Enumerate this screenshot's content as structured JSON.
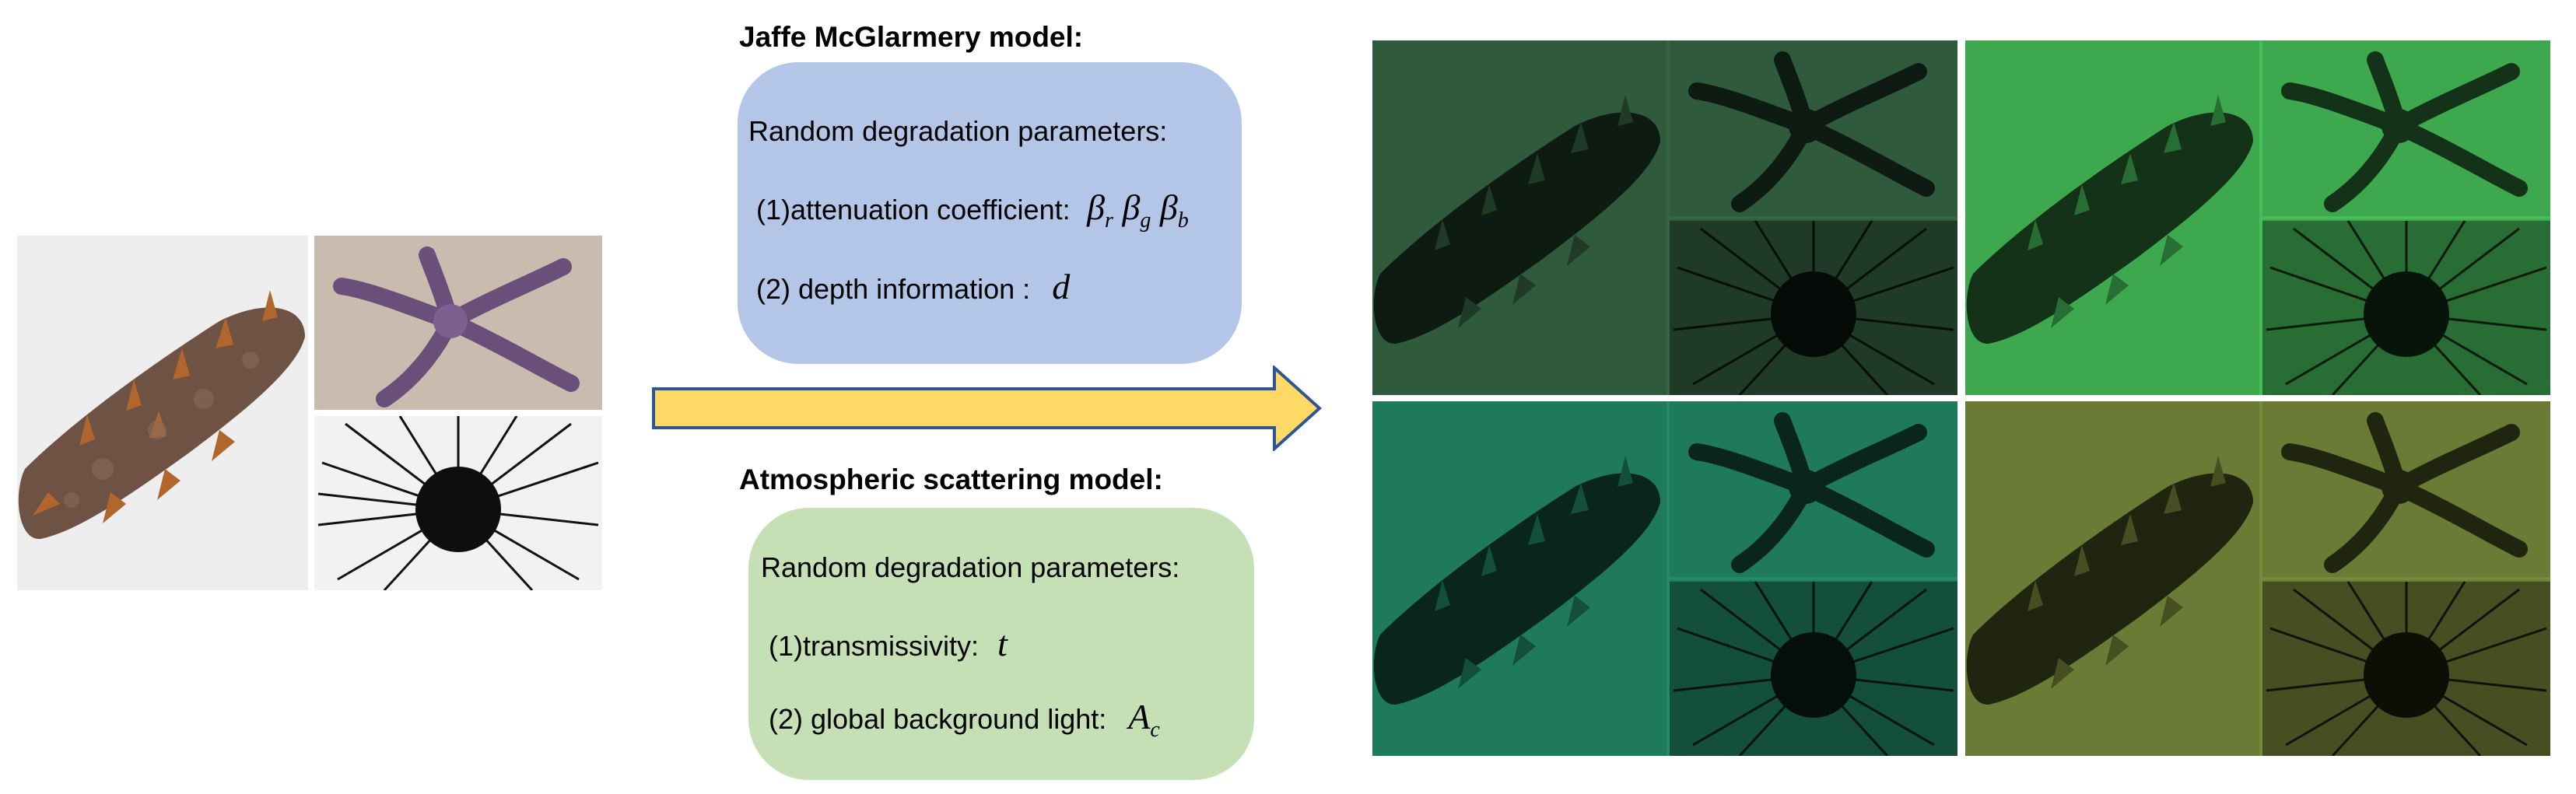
{
  "jaffe": {
    "title": "Jaffe McGlarmery model:",
    "params_heading": "Random degradation parameters:",
    "param1_label": "(1)attenuation coefficient:",
    "param1_symbols": [
      "β",
      "r",
      "β",
      "g",
      "β",
      "b"
    ],
    "param2_label": "(2) depth information :",
    "param2_symbol": "d"
  },
  "atmospheric": {
    "title": "Atmospheric scattering model:",
    "params_heading": "Random degradation parameters:",
    "param1_label": "(1)transmissivity:",
    "param1_symbol": "t",
    "param2_label": "(2) global background light:",
    "param2_symbol": "A",
    "param2_subscript": "c"
  },
  "colors": {
    "jaffe_box": "#b4c6e7",
    "atmo_box": "#c5e0b4",
    "arrow_fill": "#ffd966",
    "arrow_stroke": "#2f5597",
    "output_tints": [
      "#2f5a3c",
      "#3ea84f",
      "#1f7a5c",
      "#6b7a34"
    ]
  },
  "images": {
    "input": [
      "sea-cucumber",
      "starfish",
      "sea-urchin"
    ],
    "outputs": [
      "degraded-dark-green",
      "degraded-bright-green",
      "degraded-teal",
      "degraded-olive"
    ]
  }
}
